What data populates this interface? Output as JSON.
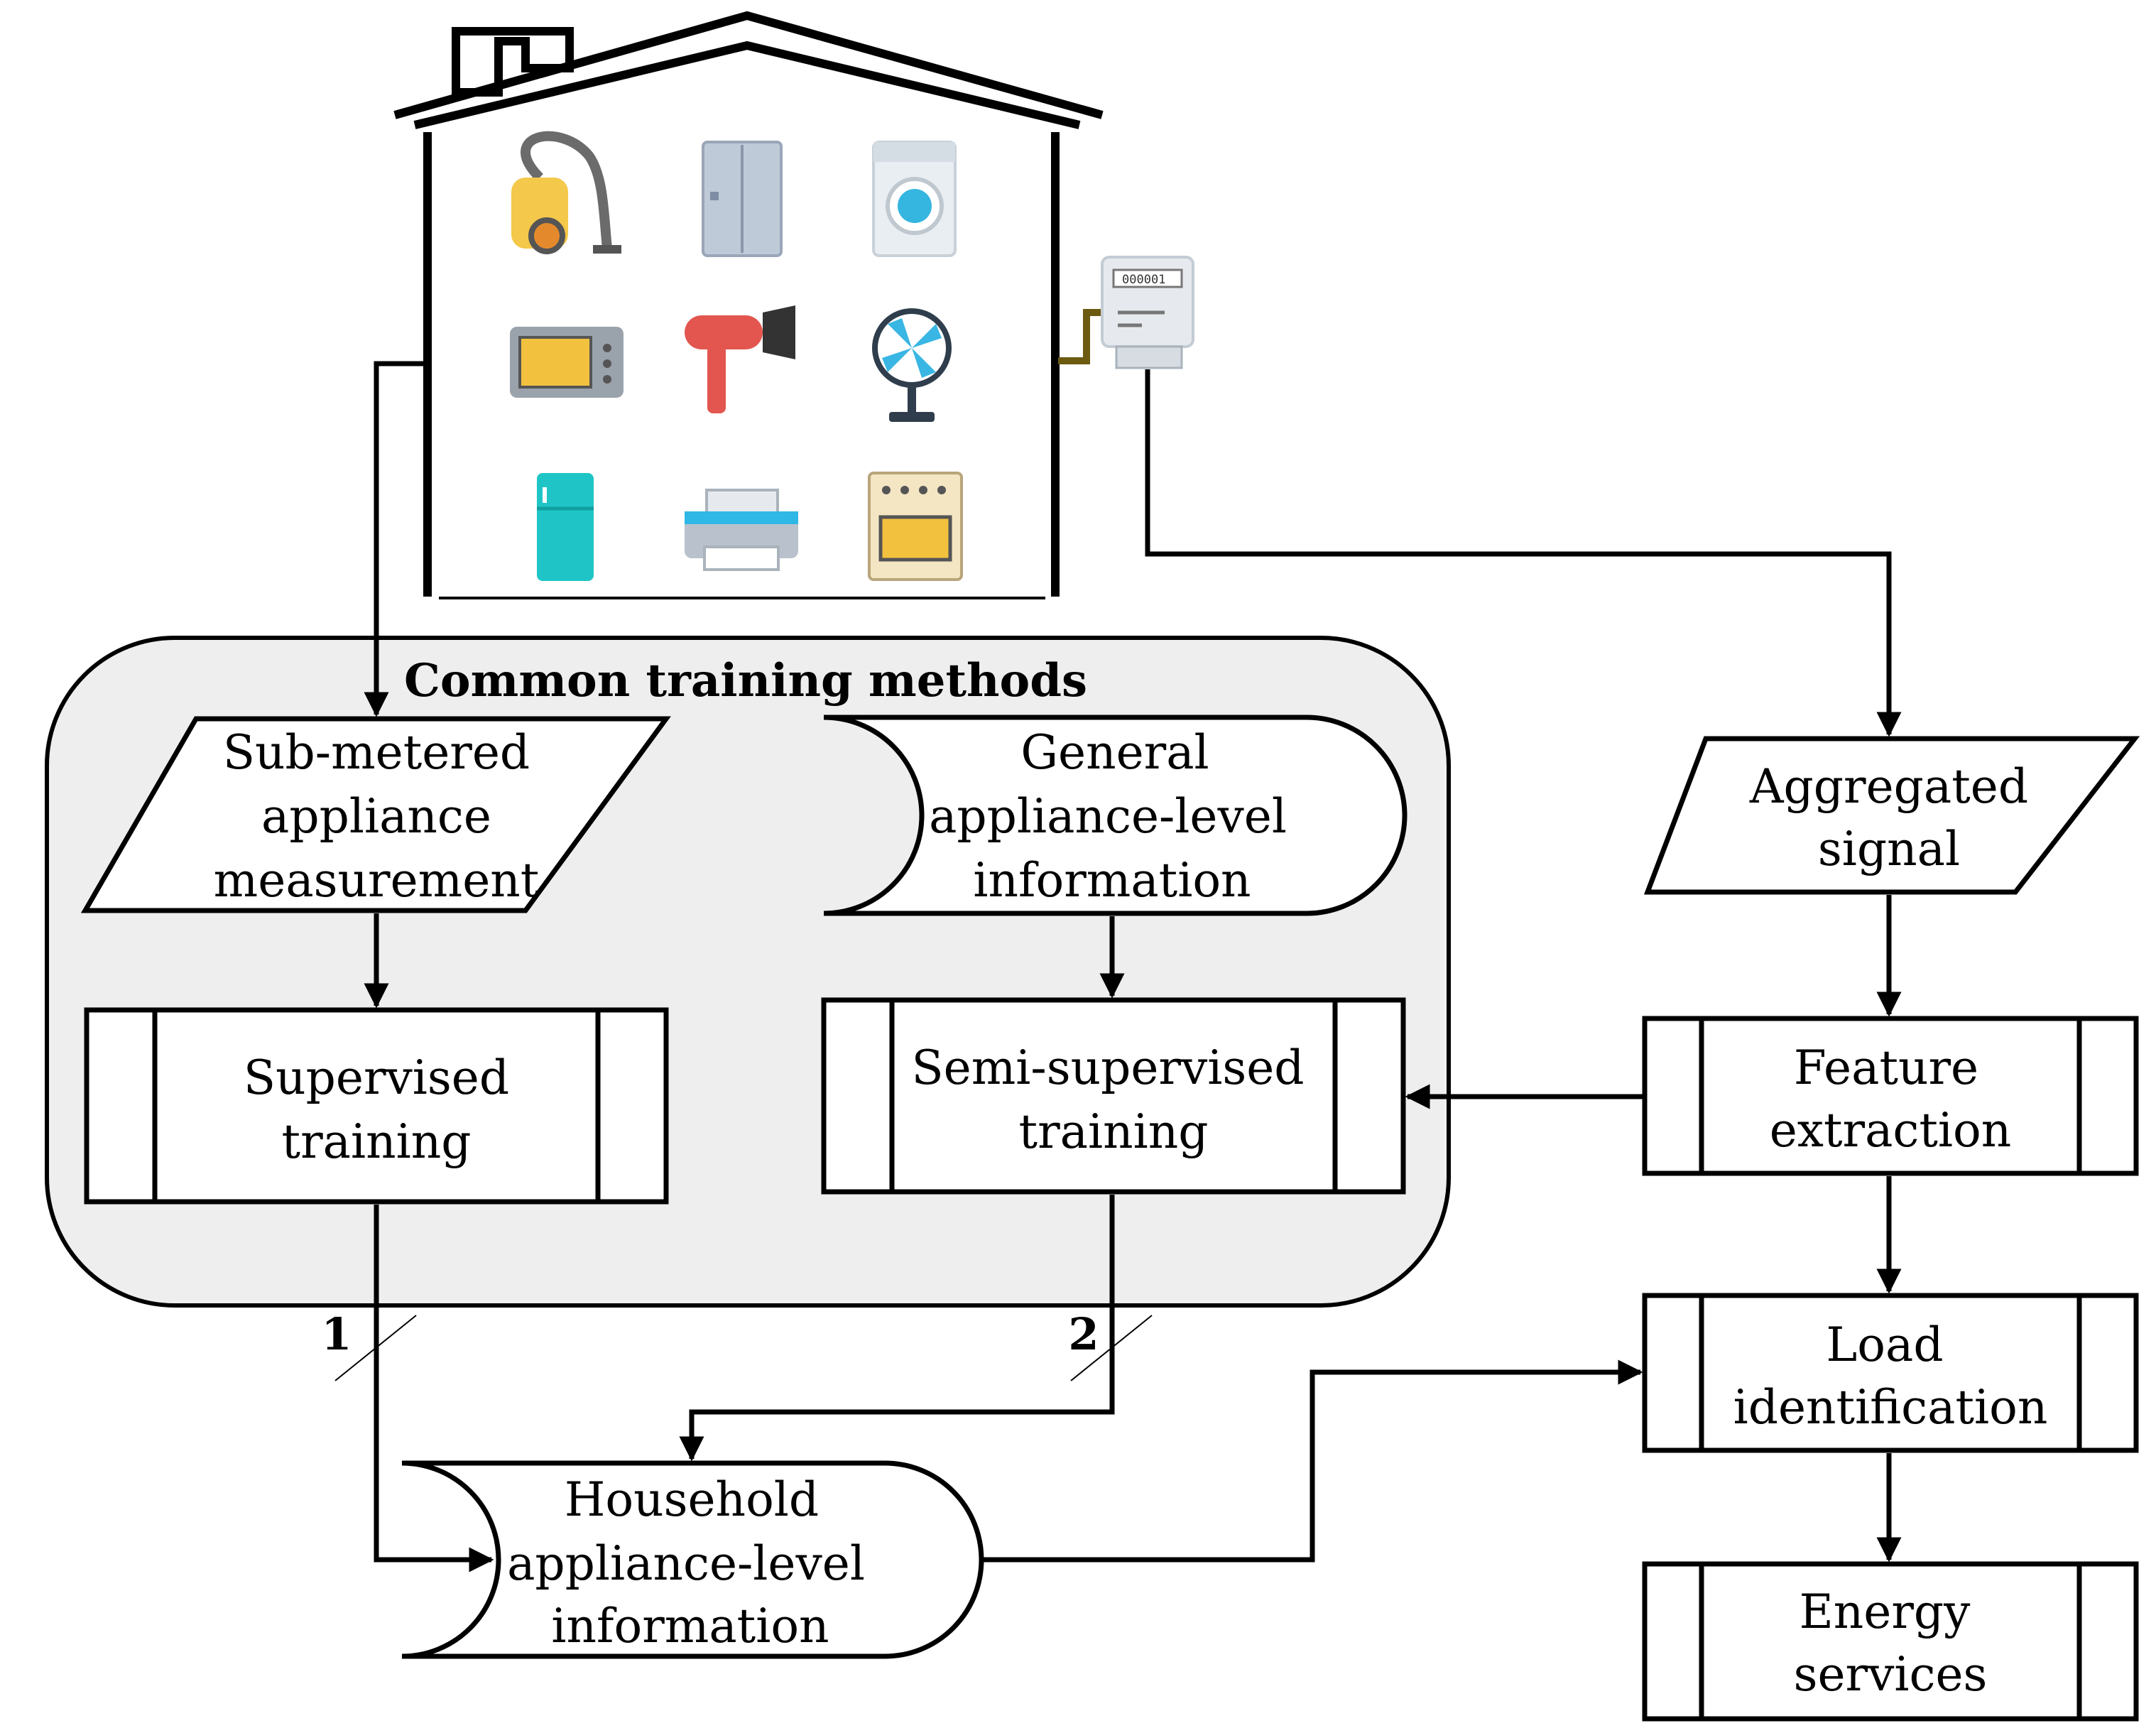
{
  "group": {
    "title": "Common training methods"
  },
  "nodes": {
    "submetered": {
      "lines": [
        "Sub-metered",
        "appliance",
        "measurement"
      ]
    },
    "general": {
      "lines": [
        "General",
        "appliance-level",
        "information"
      ]
    },
    "supervised": {
      "lines": [
        "Supervised",
        "training"
      ]
    },
    "semisupervised": {
      "lines": [
        "Semi-supervised",
        "training"
      ]
    },
    "household": {
      "lines": [
        "Household",
        "appliance-level",
        "information"
      ]
    },
    "aggregated": {
      "lines": [
        "Aggregated",
        "signal"
      ]
    },
    "feature": {
      "lines": [
        "Feature",
        "extraction"
      ]
    },
    "load": {
      "lines": [
        "Load",
        "identification"
      ]
    },
    "energy": {
      "lines": [
        "Energy",
        "services"
      ]
    }
  },
  "edge_labels": {
    "path1": "1",
    "path2": "2"
  },
  "house": {
    "appliances": [
      "vacuum-cleaner",
      "refrigerator",
      "washing-machine",
      "microwave",
      "hair-dryer",
      "fan",
      "mini-fridge",
      "printer",
      "oven"
    ],
    "meter_display": "000001"
  },
  "colors": {
    "group_fill": "#eeeeee",
    "line": "#000000",
    "meter_wire": "#6b5a10"
  }
}
